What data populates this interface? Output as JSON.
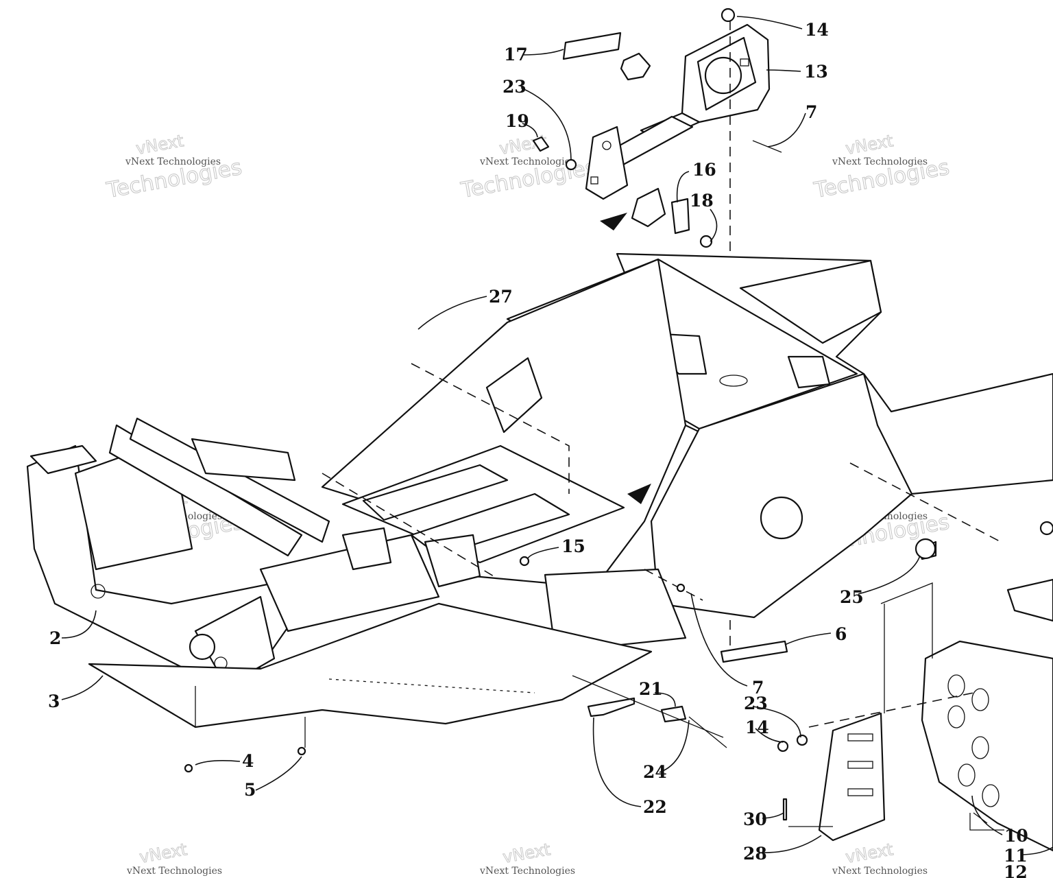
{
  "diagram": {
    "parts": [
      {
        "label": "14"
      },
      {
        "label": "13"
      },
      {
        "label": "17"
      },
      {
        "label": "23"
      },
      {
        "label": "7"
      },
      {
        "label": "19"
      },
      {
        "label": "16"
      },
      {
        "label": "18"
      },
      {
        "label": "27"
      },
      {
        "label": "15"
      },
      {
        "label": "25"
      },
      {
        "label": "2"
      },
      {
        "label": "6"
      },
      {
        "label": "3"
      },
      {
        "label": "7"
      },
      {
        "label": "21"
      },
      {
        "label": "23"
      },
      {
        "label": "14"
      },
      {
        "label": "4"
      },
      {
        "label": "24"
      },
      {
        "label": "5"
      },
      {
        "label": "22"
      },
      {
        "label": "30"
      },
      {
        "label": "10"
      },
      {
        "label": "28"
      },
      {
        "label": "11"
      },
      {
        "label": "12"
      }
    ]
  },
  "watermark": {
    "brand_short": "vNext",
    "company": "vNext Technologies",
    "word": "Technologies"
  }
}
